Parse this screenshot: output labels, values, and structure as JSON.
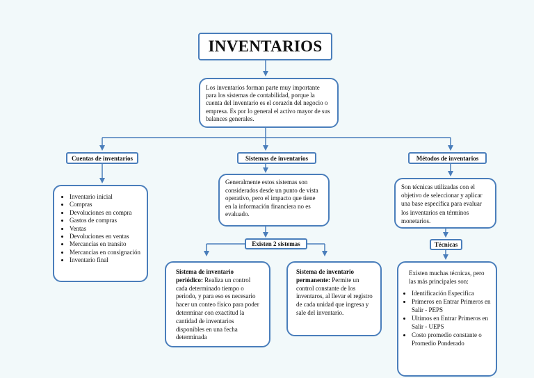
{
  "title": "INVENTARIOS",
  "intro": "Los inventarios forman parte muy importante para  los sistemas de contabilidad, porque la cuenta del  inventario es el corazón del negocio o empresa. Es  por lo general el activo mayor de sus balances  generales.",
  "cuentas": {
    "label": "Cuentas de inventarios",
    "items": [
      "Inventario inicial",
      "Compras",
      "Devoluciones en compra",
      "Gastos de compras",
      "Ventas",
      "Devoluciones en ventas",
      "Mercancías en transito",
      "Mercancías en consignación",
      "Inventario final"
    ]
  },
  "sistemas": {
    "label": "Sistemas de inventarios",
    "description": "Generalmente estos sistemas son considerados desde un punto de vista operativo, pero el impacto que tiene en la información financiera no es evaluado.",
    "existen_label": "Existen 2 sistemas",
    "periodico": {
      "title": "Sistema de inventario periódico:",
      "text": " Realiza un control cada  determinado tiempo o periodo, y  para eso es necesario hacer un  conteo físico para poder  determinar con exactitud la  cantidad de inventarios  disponibles en una fecha  determinada"
    },
    "permanente": {
      "title": "Sistema de inventario permanente:",
      "text": " Permite un control  constante de los inventaros, al llevar el registro de cada unidad que ingresa y sale del inventario."
    }
  },
  "metodos": {
    "label": "Métodos de inventarios",
    "description": "Son técnicas utilizadas con el  objetivo de seleccionar y aplicar una base específica para evaluar los inventarios en términos monetarios.",
    "tecnicas_label": "Técnicas",
    "tecnicas_intro": "Existen muchas técnicas, pero  las más principales son:",
    "tecnicas_items": [
      "Identificación Especifica",
      "Primeros en Entrar Primeros  en Salir - PEPS",
      "Ultimos en Entrar Primeros  en Salir - UEPS",
      "Costo promedio constante o  Promedio Ponderado"
    ]
  },
  "colors": {
    "border": "#4a7ebb",
    "background": "#f2f9fa"
  }
}
